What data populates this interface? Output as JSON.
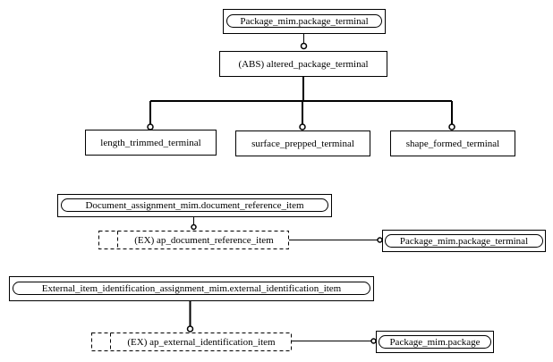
{
  "diagram": {
    "nodes": {
      "package_terminal_top": "Package_mim.package_terminal",
      "altered_package_terminal": "(ABS) altered_package_terminal",
      "length_trimmed_terminal": "length_trimmed_terminal",
      "surface_prepped_terminal": "surface_prepped_terminal",
      "shape_formed_terminal": "shape_formed_terminal",
      "document_reference_item": "Document_assignment_mim.document_reference_item",
      "ap_document_reference_item": "(EX) ap_document_reference_item",
      "package_terminal_right": "Package_mim.package_terminal",
      "external_identification_item": "External_item_identification_assignment_mim.external_identification_item",
      "ap_external_identification_item": "(EX) ap_external_identification_item",
      "package_right": "Package_mim.package"
    }
  }
}
